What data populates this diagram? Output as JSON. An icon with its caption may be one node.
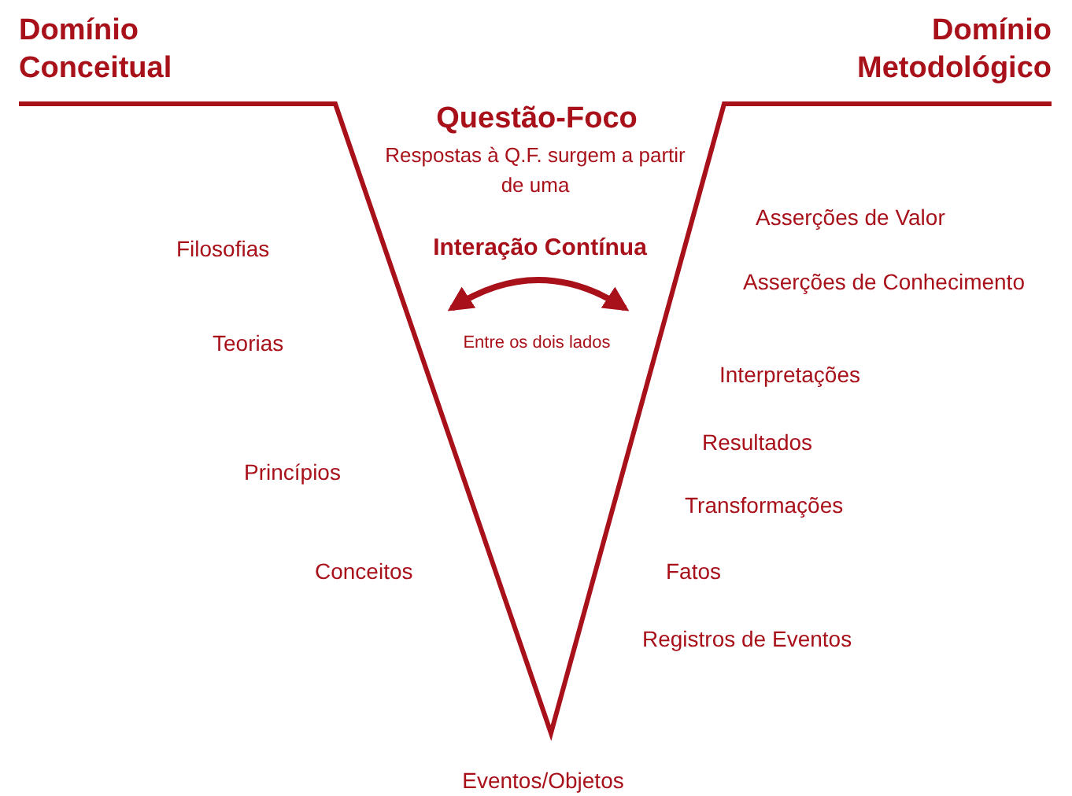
{
  "diagram": {
    "labels": [
      "Domínio Conceitual",
      "Domínio Metodológico",
      "Questão-Foco",
      "Respostas à Q.F. surgem a partir de uma",
      "Asserções de Valor",
      "Filosofias",
      "Interação Contínua",
      "Asserções de Conhecimento",
      "Teorias",
      "Entre os dois lados",
      "Interpretações",
      "Resultados",
      "Princípios",
      "Transformações",
      "Conceitos",
      "Fatos",
      "Registros de Eventos",
      "Eventos/Objetos"
    ]
  }
}
